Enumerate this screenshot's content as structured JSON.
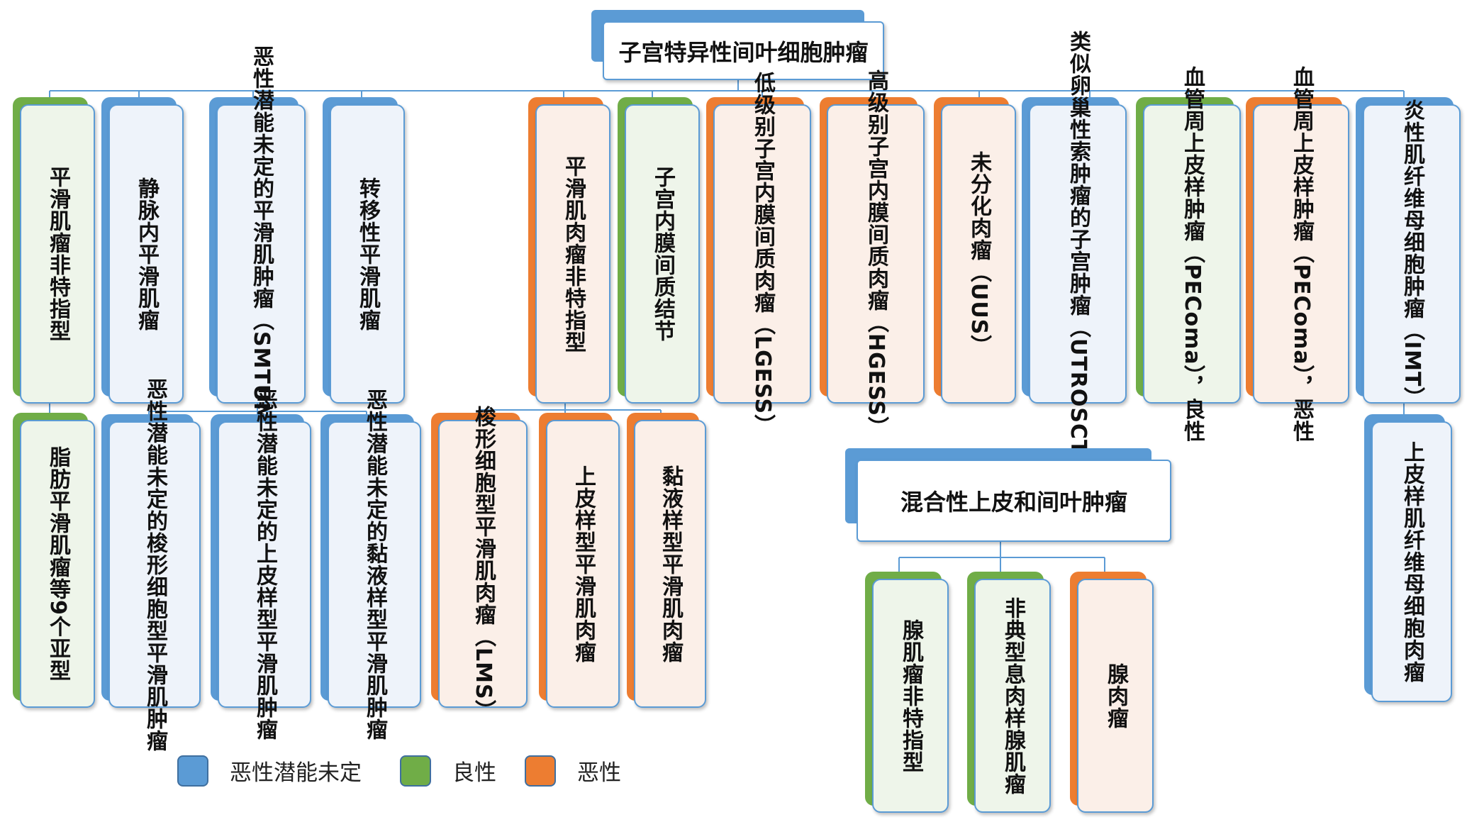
{
  "root_title": "子宫特异性间叶细胞肿瘤",
  "mixed_title": "混合性上皮和间叶肿瘤",
  "nodes": {
    "n1": "平滑肌瘤非特指型",
    "n2": "静脉内平滑肌瘤",
    "n3": "恶性潜能未定的平滑肌肿瘤（SMTUMP）",
    "n4": "转移性平滑肌瘤",
    "n5": "平滑肌肉瘤非特指型",
    "n6": "子宫内膜间质结节",
    "n7": "低级别子宫内膜间质肉瘤（LGESS）",
    "n8": "高级别子宫内膜间质肉瘤（HGESS）",
    "n9": "未分化肉瘤（UUS）",
    "n10": "类似卵巢性索肿瘤的子宫肿瘤（UTROSCT）",
    "n11": "血管周上皮样肿瘤（PEComa），良性",
    "n12": "血管周上皮样肿瘤（PEComa），恶性",
    "n13": "炎性肌纤维母细胞肿瘤（IMT）",
    "c1": "脂肪平滑肌瘤等9个亚型",
    "c2": "恶性潜能未定的梭形细胞型平滑肌肿瘤",
    "c3": "恶性潜能未定的上皮样型平滑肌肿瘤",
    "c4": "恶性潜能未定的黏液样型平滑肌肿瘤",
    "c5": "梭形细胞型平滑肌肉瘤（LMS）",
    "c6": "上皮样型平滑肌肉瘤",
    "c7": "黏液样型平滑肌肉瘤",
    "c8": "上皮样肌纤维母细胞肉瘤",
    "m1": "腺肌瘤非特指型",
    "m2": "非典型息肉样腺肌瘤",
    "m3": "腺肉瘤"
  },
  "legend": [
    {
      "label": "恶性潜能未定",
      "color": "#5b9bd5"
    },
    {
      "label": "良性",
      "color": "#70ad47"
    },
    {
      "label": "恶性",
      "color": "#ed7d31"
    }
  ],
  "colors": {
    "uncertain": "#5b9bd5",
    "benign": "#70ad47",
    "malignant": "#ed7d31",
    "connector": "#5b9bd5"
  }
}
